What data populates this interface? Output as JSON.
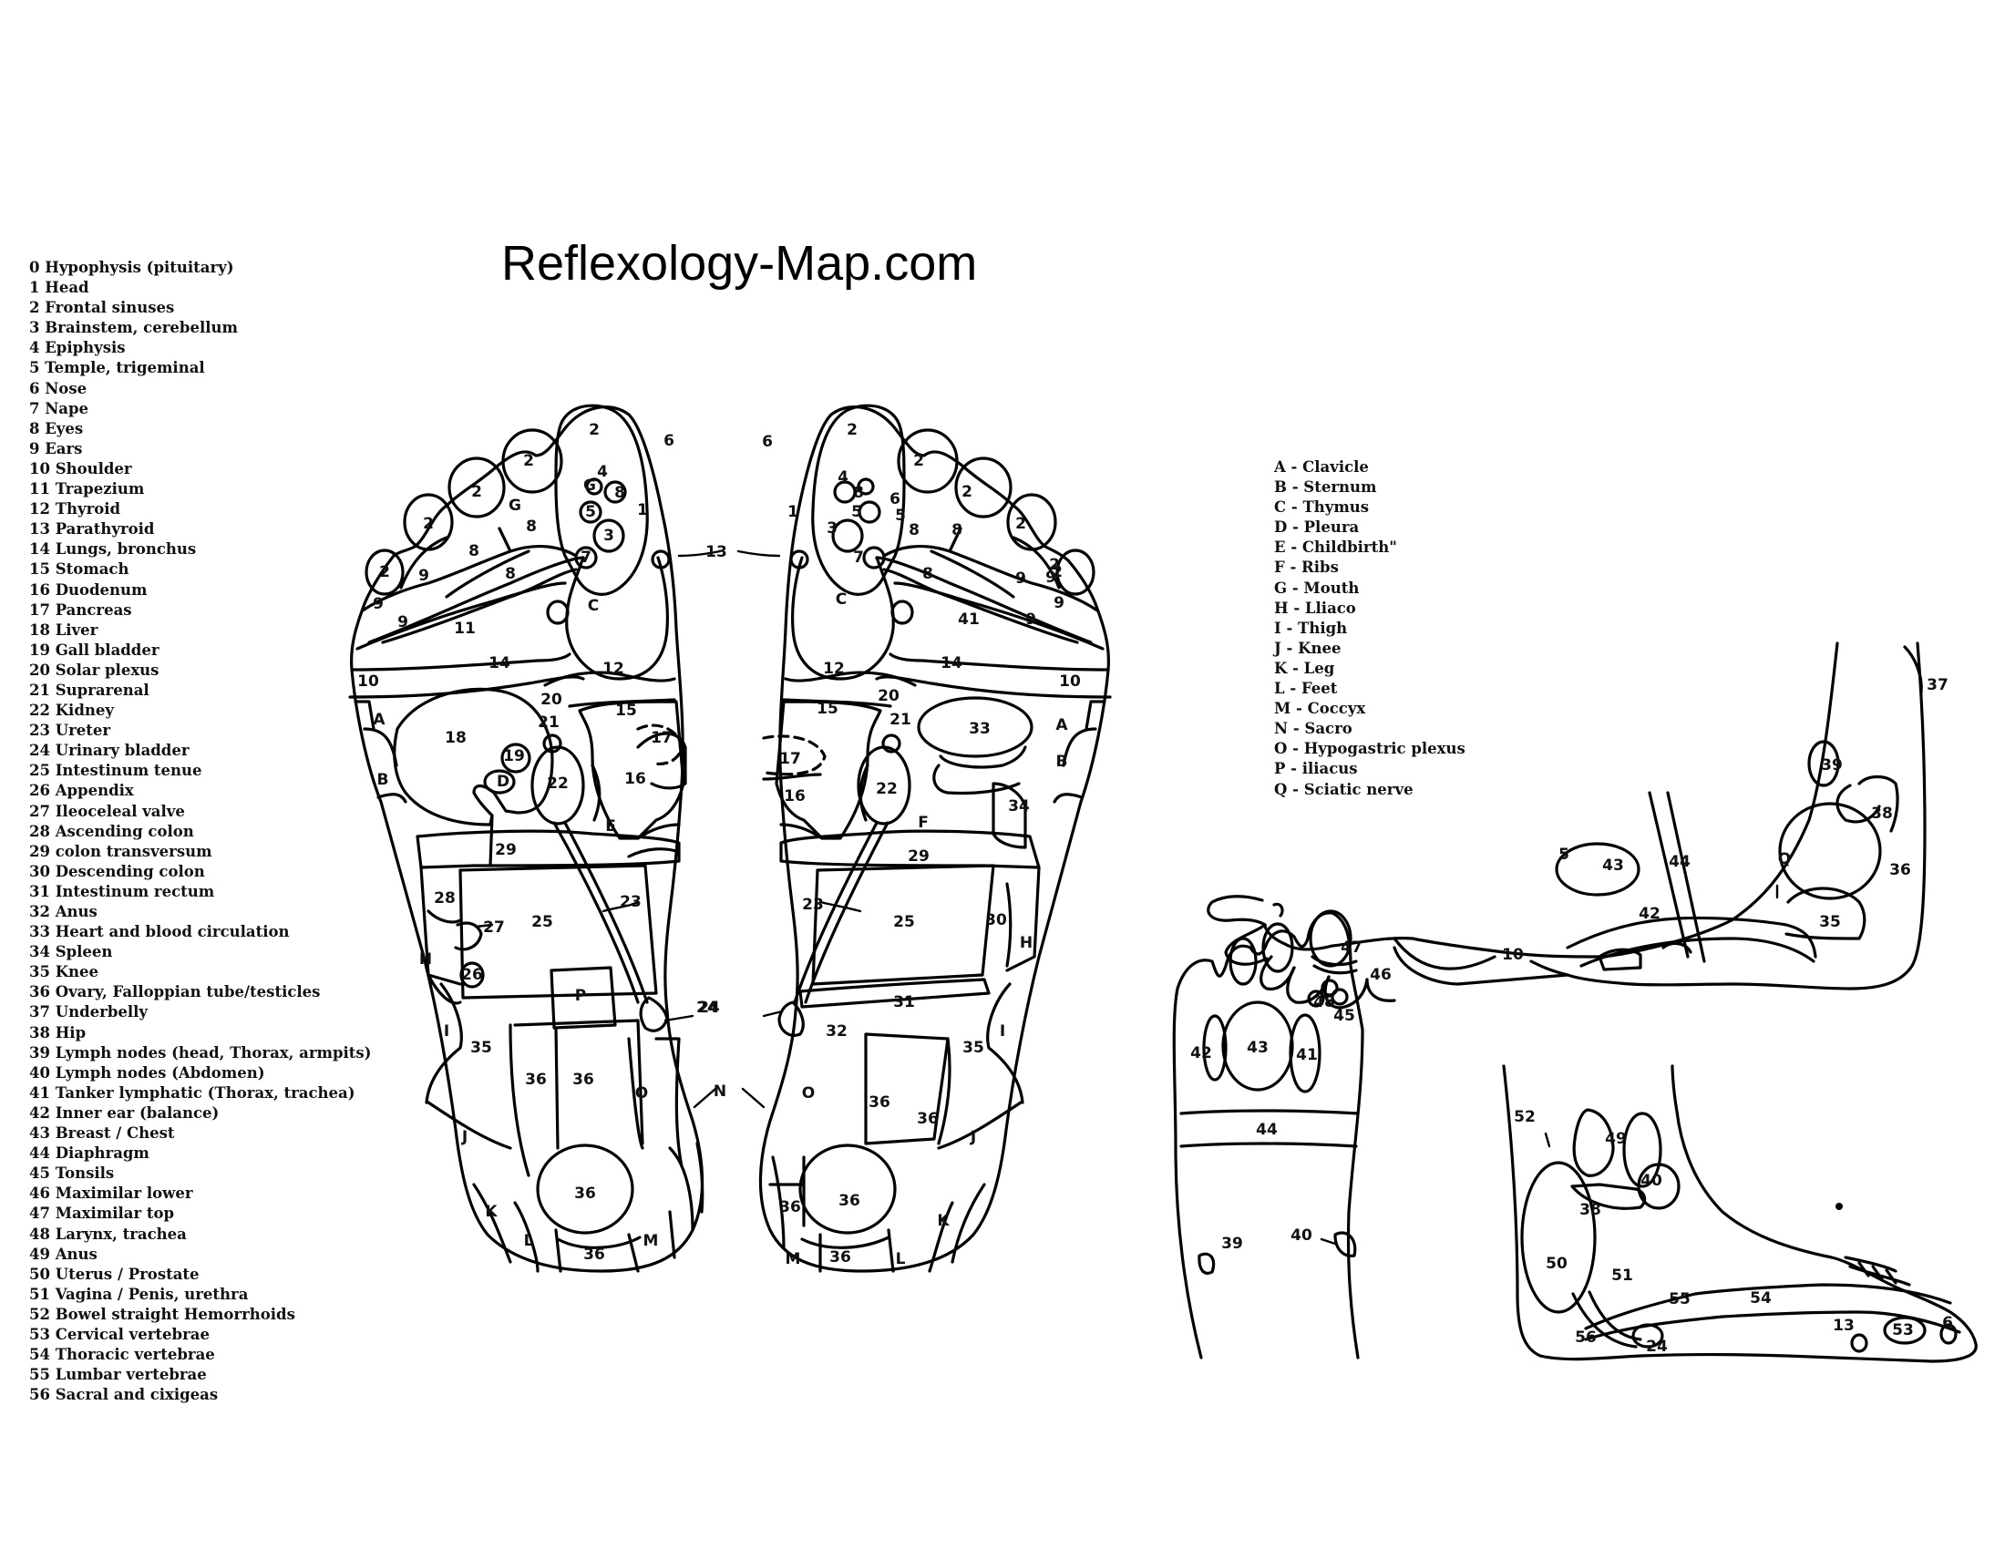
{
  "title": "Reflexology-Map.com",
  "legend_numbers": [
    "0  Hypophysis (pituitary)",
    "1  Head",
    "2  Frontal sinuses",
    "3 Brainstem, cerebellum",
    "4 Epiphysis",
    "5 Temple, trigeminal",
    "6 Nose",
    "7 Nape",
    "8 Eyes",
    "9 Ears",
    "10 Shoulder",
    "11 Trapezium",
    "12 Thyroid",
    "13 Parathyroid",
    "14 Lungs, bronchus",
    "15 Stomach",
    "16 Duodenum",
    "17 Pancreas",
    "18 Liver",
    "19 Gall bladder",
    "20 Solar plexus",
    "21 Suprarenal",
    "22 Kidney",
    "23 Ureter",
    "24 Urinary bladder",
    "25 Intestinum tenue",
    "26 Appendix",
    "27 Ileoceleal valve",
    "28 Ascending colon",
    "29 colon transversum",
    "30 Descending colon",
    "31 Intestinum rectum",
    "32 Anus",
    "33 Heart and blood circulation",
    "34 Spleen",
    "35 Knee",
    "36 Ovary, Falloppian tube/testicles",
    "37 Underbelly",
    "38 Hip",
    "39 Lymph nodes (head, Thorax, armpits)",
    "40 Lymph nodes (Abdomen)",
    "41 Tanker lymphatic (Thorax, trachea)",
    "42 Inner ear (balance)",
    "43 Breast / Chest",
    "44 Diaphragm",
    "45 Tonsils",
    "46 Maximilar lower",
    "47 Maximilar top",
    "48 Larynx, trachea",
    "49 Anus",
    "50 Uterus / Prostate",
    "51 Vagina / Penis, urethra",
    "52 Bowel straight Hemorrhoids",
    "53 Cervical vertebrae",
    "54 Thoracic vertebrae",
    "55 Lumbar vertebrae",
    "56 Sacral and cixigeas"
  ],
  "legend_letters": [
    "A - Clavicle",
    "B - Sternum",
    "C - Thymus",
    "D - Pleura",
    "E - Childbirth\"",
    "F - Ribs",
    "G - Mouth",
    "H - Lliaco",
    " I - Thigh",
    "J - Knee",
    "K - Leg",
    "L - Feet",
    "M - Coccyx",
    "N - Sacro",
    "O - Hypogastric plexus",
    " P - iliacus",
    "Q - Sciatic nerve"
  ]
}
